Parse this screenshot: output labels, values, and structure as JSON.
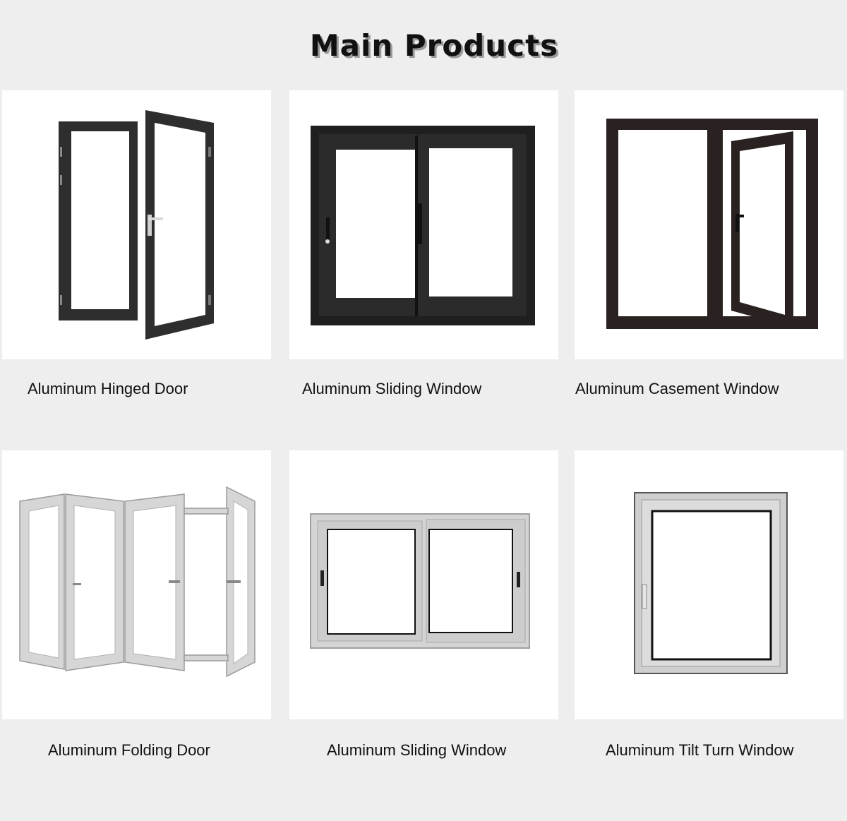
{
  "page": {
    "title": "Main Products",
    "background": "#eeeeee"
  },
  "products": [
    {
      "label": "Aluminum Hinged Door",
      "frame_color": "#2e2e2e",
      "icon": "hinged-door-icon"
    },
    {
      "label": "Aluminum Sliding Window",
      "frame_color": "#1f1f1f",
      "icon": "sliding-window-icon"
    },
    {
      "label": "Aluminum Casement Window",
      "frame_color": "#2a2220",
      "icon": "casement-window-icon"
    },
    {
      "label": "Aluminum Folding Door",
      "frame_color": "#d6d6d6",
      "icon": "folding-door-icon"
    },
    {
      "label": "Aluminum Sliding Window",
      "frame_color": "#d4d4d4",
      "icon": "sliding-window-icon"
    },
    {
      "label": "Aluminum Tilt Turn Window",
      "frame_color": "#cfcfcf",
      "icon": "tilt-turn-window-icon"
    }
  ]
}
